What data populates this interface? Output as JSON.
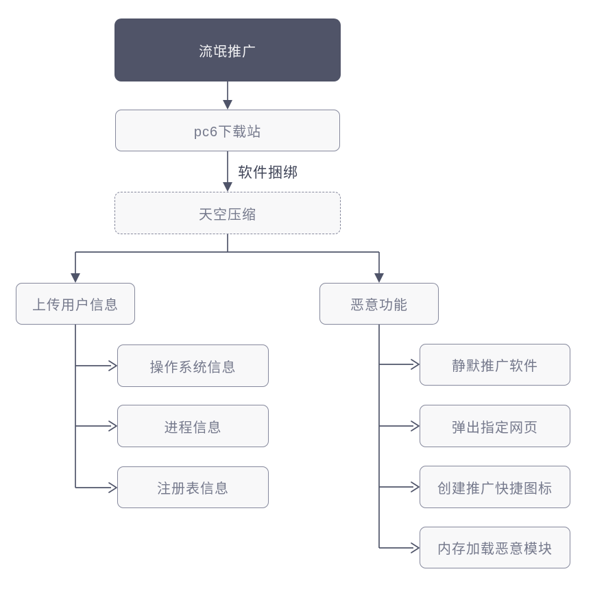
{
  "colors": {
    "background": "#ffffff",
    "node_dark_fill": "#505468",
    "node_dark_text": "#f3f3f5",
    "node_light_fill": "#f8f8f9",
    "node_border": "#85889c",
    "node_text": "#75798c",
    "connector": "#4f5469",
    "edge_label_text": "#3f4457"
  },
  "nodes": {
    "root": {
      "label": "流氓推广"
    },
    "pc6": {
      "label": "pc6下载站"
    },
    "sky_zip": {
      "label": "天空压缩"
    },
    "upload_user_info": {
      "label": "上传用户信息"
    },
    "malicious_features": {
      "label": "恶意功能"
    },
    "os_info": {
      "label": "操作系统信息"
    },
    "process_info": {
      "label": "进程信息"
    },
    "registry_info": {
      "label": "注册表信息"
    },
    "silent_promote_software": {
      "label": "静默推广软件"
    },
    "popup_webpage": {
      "label": "弹出指定网页"
    },
    "create_promo_shortcut": {
      "label": "创建推广快捷图标"
    },
    "memory_load_malicious_module": {
      "label": "内存加载恶意模块"
    }
  },
  "edges": {
    "bundle_label": "软件捆绑"
  }
}
